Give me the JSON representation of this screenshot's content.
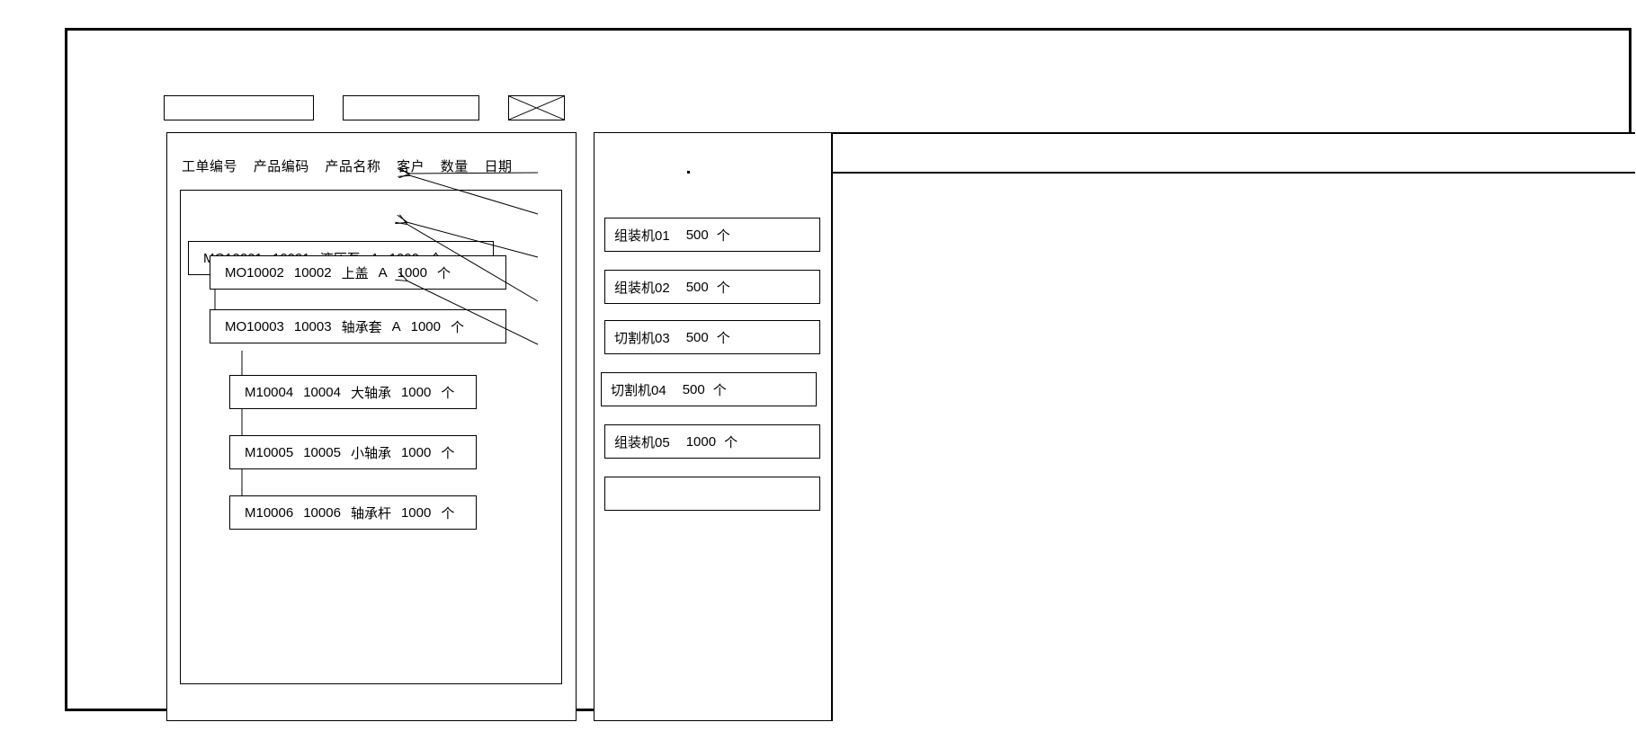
{
  "window": {
    "title": ""
  },
  "toolbar": {
    "field_1_value": "",
    "field_1_placeholder": "",
    "field_2_value": "",
    "field_2_placeholder": "",
    "close_icon": "x-cross-icon"
  },
  "left_panel": {
    "columns": [
      "工单编号",
      "产品编码",
      "产品名称",
      "客户",
      "数量",
      "日期"
    ],
    "rows": [
      {
        "id": "row-1",
        "level": 0,
        "order_no": "MO10001",
        "product_code": "10001",
        "product_name": "液压泵",
        "customer": "A",
        "quantity": "1000",
        "unit": "个"
      },
      {
        "id": "row-2",
        "level": 1,
        "order_no": "MO10002",
        "product_code": "10002",
        "product_name": "上盖",
        "customer": "A",
        "quantity": "1000",
        "unit": "个"
      },
      {
        "id": "row-3",
        "level": 1,
        "order_no": "MO10003",
        "product_code": "10003",
        "product_name": "轴承套",
        "customer": "A",
        "quantity": "1000",
        "unit": "个"
      },
      {
        "id": "row-4",
        "level": 2,
        "order_no": "M10004",
        "product_code": "10004",
        "product_name": "大轴承",
        "customer": "",
        "quantity": "1000",
        "unit": "个"
      },
      {
        "id": "row-5",
        "level": 2,
        "order_no": "M10005",
        "product_code": "10005",
        "product_name": "小轴承",
        "customer": "",
        "quantity": "1000",
        "unit": "个"
      },
      {
        "id": "row-6",
        "level": 2,
        "order_no": "M10006",
        "product_code": "10006",
        "product_name": "轴承杆",
        "customer": "",
        "quantity": "1000",
        "unit": "个"
      }
    ]
  },
  "mid_panel": {
    "cards": [
      {
        "id": "card-1",
        "machine": "组装机01",
        "quantity": "500",
        "unit": "个"
      },
      {
        "id": "card-2",
        "machine": "组装机02",
        "quantity": "500",
        "unit": "个"
      },
      {
        "id": "card-3",
        "machine": "切割机03",
        "quantity": "500",
        "unit": "个"
      },
      {
        "id": "card-4",
        "machine": "切割机04",
        "quantity": "500",
        "unit": "个"
      },
      {
        "id": "card-5",
        "machine": "组装机05",
        "quantity": "1000",
        "unit": "个"
      },
      {
        "id": "card-6",
        "machine": "",
        "quantity": "",
        "unit": ""
      }
    ]
  },
  "right_panel": {
    "header_text": "",
    "body_text": ""
  },
  "colors": {
    "frame": "#000000",
    "background": "#ffffff",
    "text": "#000000"
  }
}
